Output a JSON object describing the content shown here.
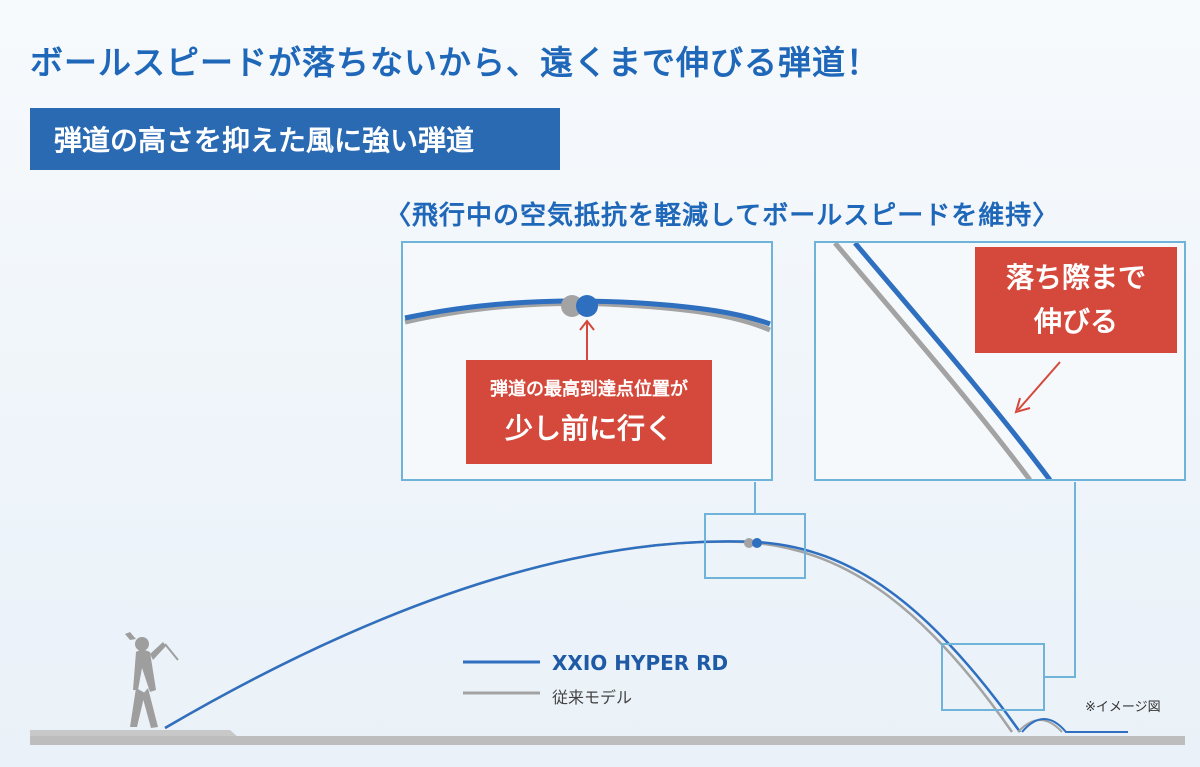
{
  "headline": "ボールスピードが落ちないから、遠くまで伸びる弾道！",
  "subtitle": "弾道の高さを抑えた風に強い弾道",
  "feature_caption": "〈飛行中の空気抵抗を軽減してボールスピードを維持〉",
  "apex_callout": {
    "line1": "弾道の最高到達点位置が",
    "line2": "少し前に行く"
  },
  "descent_callout": {
    "line1": "落ち際まで",
    "line2": "伸びる"
  },
  "legend": {
    "new_model": "XXIO HYPER RD",
    "old_model": "従来モデル"
  },
  "note": "※イメージ図",
  "colors": {
    "title_blue": "#1f67b8",
    "badge_blue": "#2a6ab3",
    "trajectory_new": "#2f6fbf",
    "trajectory_old": "#9a9a9a",
    "callout_red": "#d4493b",
    "frame_blue": "#6fb3d9",
    "ground": "#bfbfbf"
  }
}
